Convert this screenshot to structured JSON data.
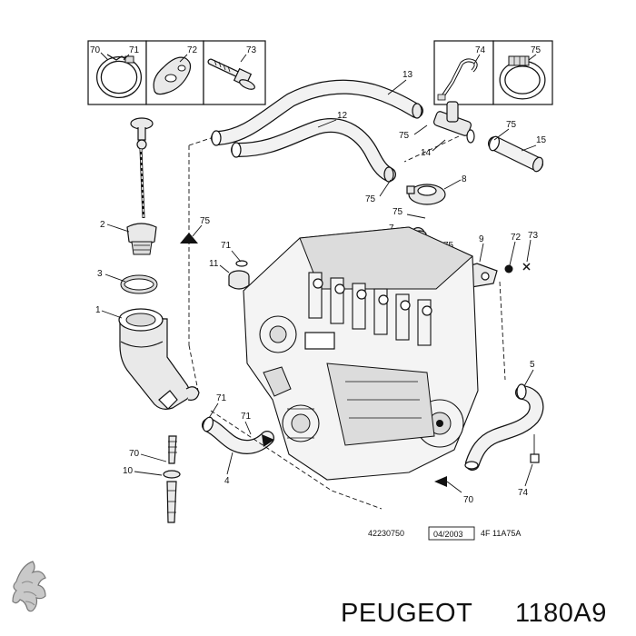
{
  "labels": {
    "l70a": "70",
    "l71a": "71",
    "l72a": "72",
    "l73a": "73",
    "l74a": "74",
    "l75box": "75",
    "l13": "13",
    "l12": "12",
    "l75a": "75",
    "l14": "14",
    "l75b": "75",
    "l15": "15",
    "l75c": "75",
    "l8": "8",
    "l75d": "75",
    "l7": "7",
    "l75e": "75",
    "l9": "9",
    "l72b": "72",
    "l73b": "73",
    "l2": "2",
    "l75f": "75",
    "l71b": "71",
    "l11": "11",
    "l3": "3",
    "l1": "1",
    "l71c": "71",
    "l71d": "71",
    "l4": "4",
    "l70b": "70",
    "l10": "10",
    "l5": "5",
    "l74b": "74",
    "l70c": "70"
  },
  "reference": {
    "number": "42230750",
    "date": "04/2003",
    "code": "4F 11A75A"
  },
  "brand": {
    "name": "PEUGEOT",
    "part_number": "1180A9",
    "logo": "peugeot-lion-logo"
  }
}
